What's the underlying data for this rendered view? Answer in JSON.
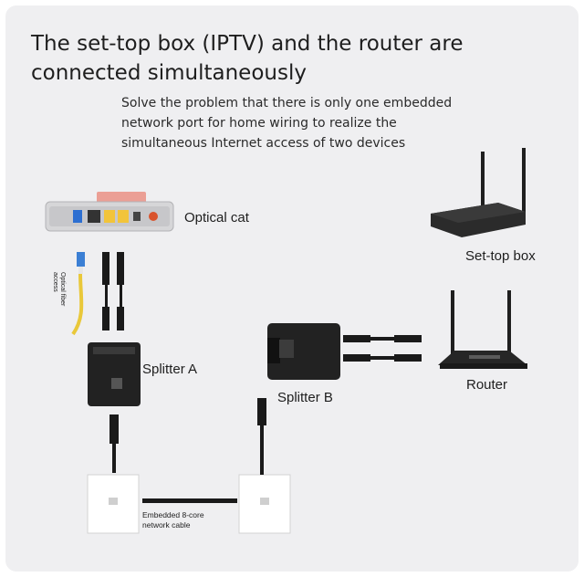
{
  "title": "The set-top box (IPTV) and the router are connected simultaneously",
  "subtitle": "Solve the problem that there is only one embedded network port for home wiring to realize the simultaneous Internet access of two devices",
  "labels": {
    "optical_cat": "Optical cat",
    "optical_fiber_access_line1": "Optical fiber",
    "optical_fiber_access_line2": "access",
    "splitter_a": "Splitter A",
    "splitter_b": "Splitter B",
    "set_top_box": "Set-top box",
    "router": "Router",
    "embedded_cable_line1": "Embedded 8-core",
    "embedded_cable_line2": "network cable"
  },
  "colors": {
    "background": "#efeff1",
    "device_dark": "#222222",
    "cable_black": "#1a1a1a",
    "fiber_yellow": "#e9c83a",
    "fiber_blue": "#3b7fd4",
    "wall_plate": "#ffffff"
  }
}
